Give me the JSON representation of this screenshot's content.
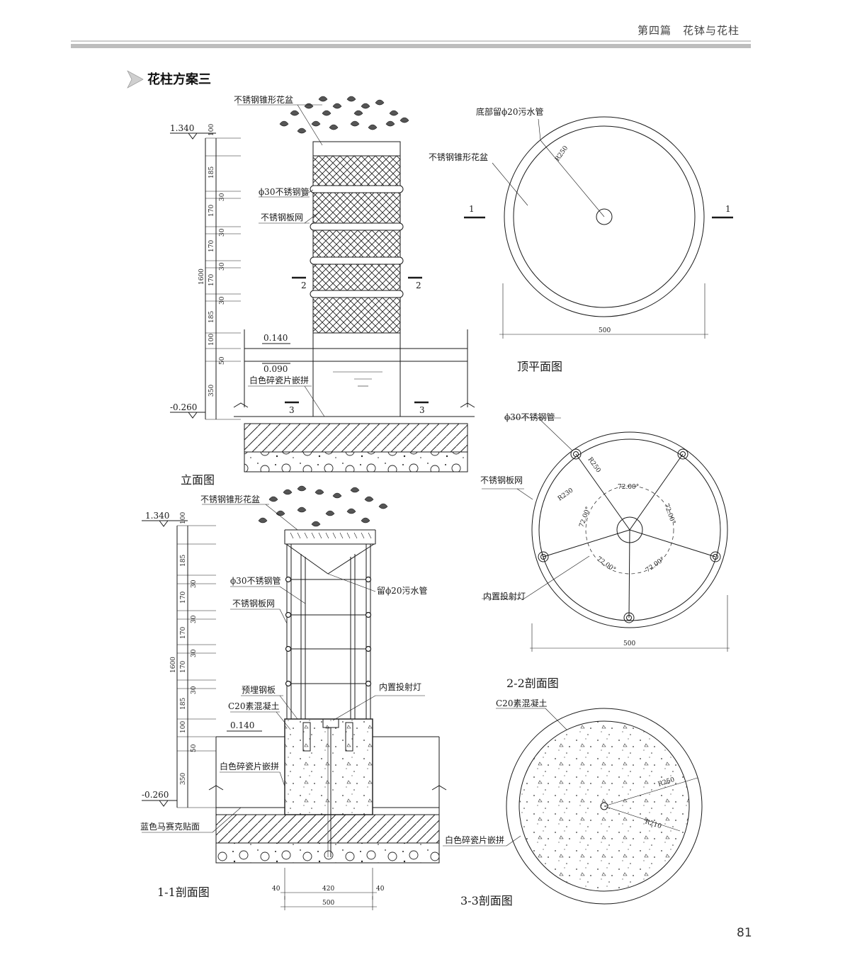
{
  "header": {
    "chapter": "第四篇　花钵与花柱",
    "section_title": "花柱方案三",
    "page_number": "81"
  },
  "elevation": {
    "caption": "立面图",
    "labels": {
      "planter": "不锈钢锥形花盆",
      "pipe": "ϕ30不锈钢管",
      "mesh": "不锈钢板网",
      "tile": "白色碎瓷片嵌拼"
    },
    "levels": {
      "top": "1.340",
      "mid": "0.140",
      "water": "0.090",
      "bottom": "-0.260"
    },
    "dims": [
      "100",
      "185",
      "30",
      "170",
      "30",
      "170",
      "30",
      "170",
      "30",
      "185",
      "100",
      "50",
      "350"
    ],
    "total": "1600",
    "section_marks": {
      "s2": "2",
      "s3": "3"
    }
  },
  "top_plan": {
    "caption": "顶平面图",
    "labels": {
      "drain": "底部留ϕ20污水管",
      "planter": "不锈钢锥形花盆"
    },
    "radius": "R250",
    "width": "500",
    "section_mark": "1"
  },
  "section_22": {
    "caption": "2-2剖面图",
    "labels": {
      "pipe": "ϕ30不锈钢管",
      "mesh": "不锈钢板网",
      "light": "内置投射灯"
    },
    "r_outer": "R250",
    "r_inner": "R230",
    "angle": "72.00°",
    "width": "500"
  },
  "section_11": {
    "caption": "1-1剖面图",
    "labels": {
      "planter": "不锈钢锥形花盆",
      "pipe": "ϕ30不锈钢管",
      "mesh": "不锈钢板网",
      "drain": "留ϕ20污水管",
      "plate": "预埋钢板",
      "concrete": "C20素混凝土",
      "light": "内置投射灯",
      "tile": "白色碎瓷片嵌拼",
      "mosaic": "蓝色马赛克贴面"
    },
    "levels": {
      "top": "1.340",
      "mid": "0.140",
      "bottom": "-0.260"
    },
    "dims": [
      "100",
      "185",
      "30",
      "170",
      "30",
      "170",
      "30",
      "170",
      "30",
      "185",
      "100",
      "50",
      "350"
    ],
    "total": "1600",
    "bottom_dims": {
      "left": "40",
      "mid": "420",
      "right": "40",
      "total": "500"
    }
  },
  "section_33": {
    "caption": "3-3剖面图",
    "labels": {
      "concrete": "C20素混凝土",
      "tile": "白色碎瓷片嵌拼"
    },
    "r_outer": "R250",
    "r_inner": "R210"
  }
}
